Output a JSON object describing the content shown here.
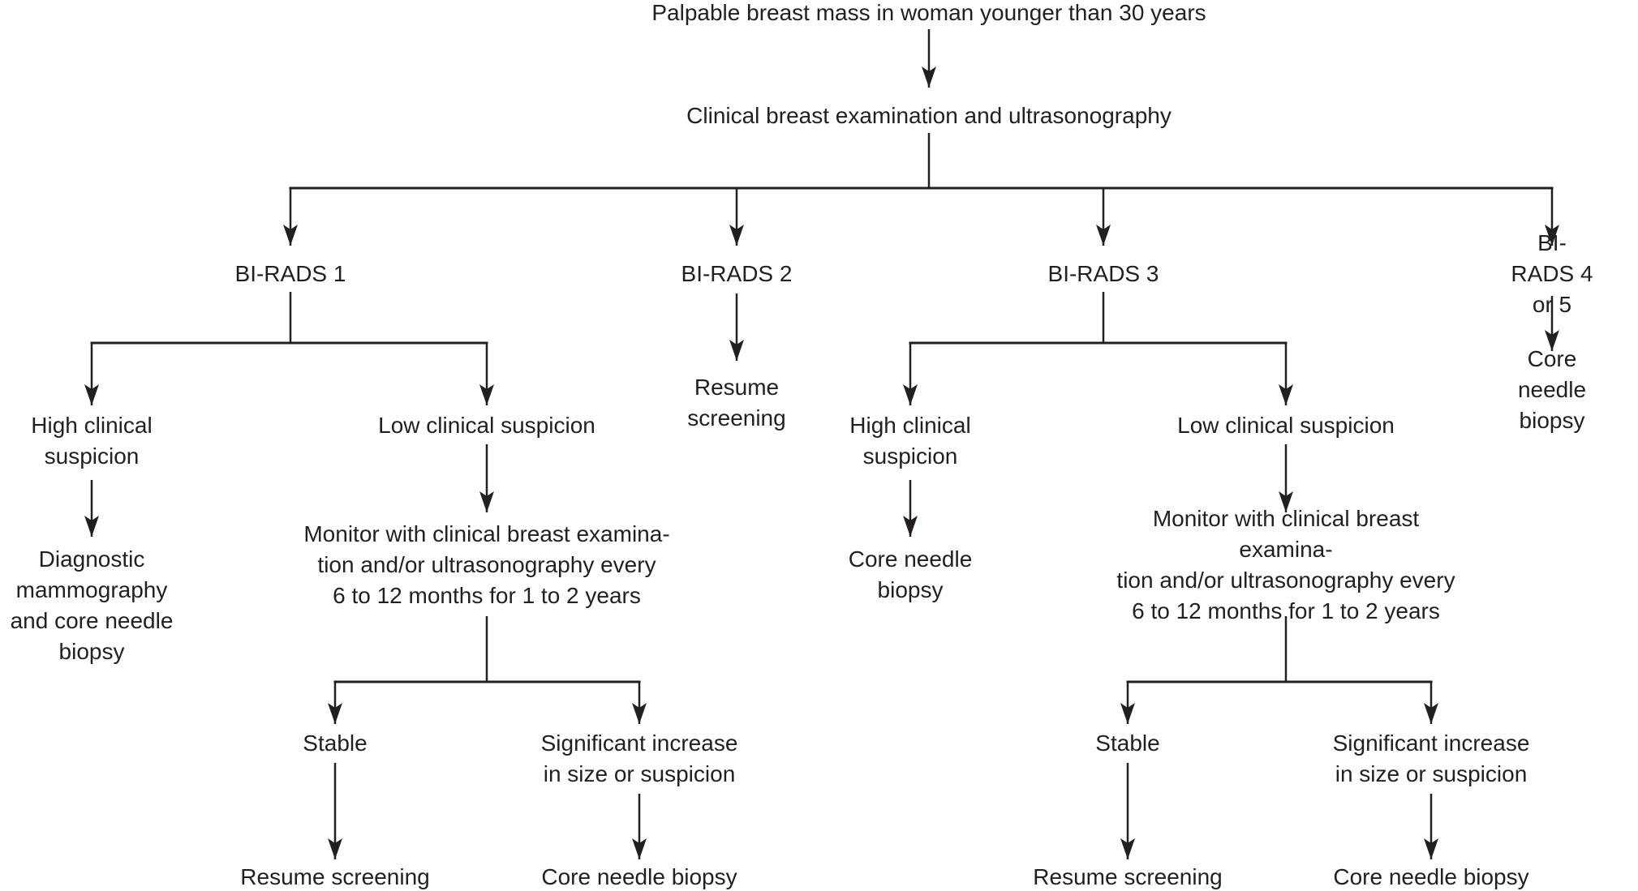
{
  "colors": {
    "text": "#231f20",
    "line": "#231f20",
    "background": "#ffffff"
  },
  "flowchart": {
    "start": "Palpable breast mass in woman younger than 30 years",
    "assessment": "Clinical breast examination and ultrasonography",
    "birads1": {
      "label": "BI-RADS 1",
      "high": "High clinical\nsuspicion",
      "high_outcome": "Diagnostic\nmammography\nand core needle\nbiopsy",
      "low": "Low clinical suspicion",
      "monitor": "Monitor with clinical breast examina-\ntion and/or ultrasonography every\n6 to 12 months for 1 to 2 years",
      "stable": "Stable",
      "stable_outcome": "Resume screening",
      "increase": "Significant increase\nin size or suspicion",
      "increase_outcome": "Core needle biopsy"
    },
    "birads2": {
      "label": "BI-RADS 2",
      "outcome": "Resume\nscreening"
    },
    "birads3": {
      "label": "BI-RADS 3",
      "high": "High clinical\nsuspicion",
      "high_outcome": "Core needle\nbiopsy",
      "low": "Low clinical suspicion",
      "monitor": "Monitor with clinical breast examina-\ntion and/or ultrasonography every\n6 to 12 months for 1 to 2 years",
      "stable": "Stable",
      "stable_outcome": "Resume screening",
      "increase": "Significant increase\nin size or suspicion",
      "increase_outcome": "Core needle biopsy"
    },
    "birads45": {
      "label": "BI-RADS 4 or 5",
      "outcome": "Core needle\nbiopsy"
    }
  }
}
